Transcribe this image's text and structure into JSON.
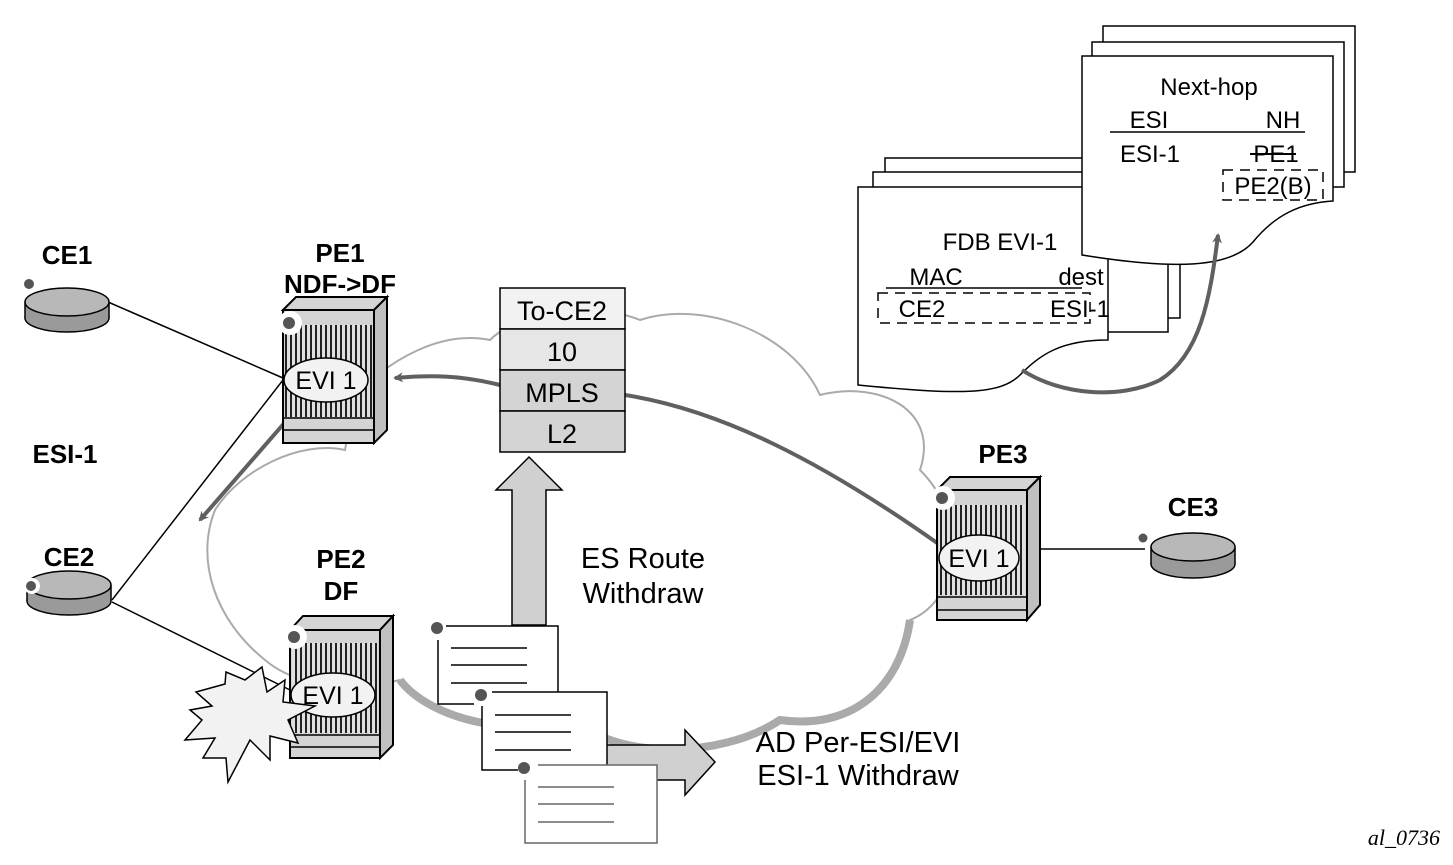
{
  "diagram": {
    "figure_id": "al_0736",
    "nodes": {
      "ce1": {
        "label": "CE1"
      },
      "ce2": {
        "label": "CE2"
      },
      "ce3": {
        "label": "CE3"
      },
      "pe1": {
        "label": "PE1",
        "role": "NDF->DF",
        "evi": "EVI 1"
      },
      "pe2": {
        "label": "PE2",
        "role": "DF",
        "evi": "EVI 1"
      },
      "pe3": {
        "label": "PE3",
        "evi": "EVI 1"
      }
    },
    "esi_label": "ESI-1",
    "packet_stack": [
      "To-CE2",
      "10",
      "MPLS",
      "L2"
    ],
    "es_route_label": [
      "ES Route",
      "Withdraw"
    ],
    "ad_route_label": [
      "AD Per-ESI/EVI",
      "ESI-1 Withdraw"
    ],
    "fdb_table": {
      "title": "FDB EVI-1",
      "columns": [
        "MAC",
        "dest"
      ],
      "rows": [
        [
          "CE2",
          "ESI-1"
        ]
      ]
    },
    "nexthop_table": {
      "title": "Next-hop",
      "columns": [
        "ESI",
        "NH"
      ],
      "row_esi": "ESI-1",
      "nh_old": "PE1",
      "nh_new": "PE2(B)"
    },
    "colors": {
      "router_body": "#9a9a9a",
      "chassis_light": "#d4d4d4",
      "arrow_fill": "#d0d0d0",
      "path_dark": "#606060",
      "cloud_edge": "#aaaaaa"
    }
  }
}
